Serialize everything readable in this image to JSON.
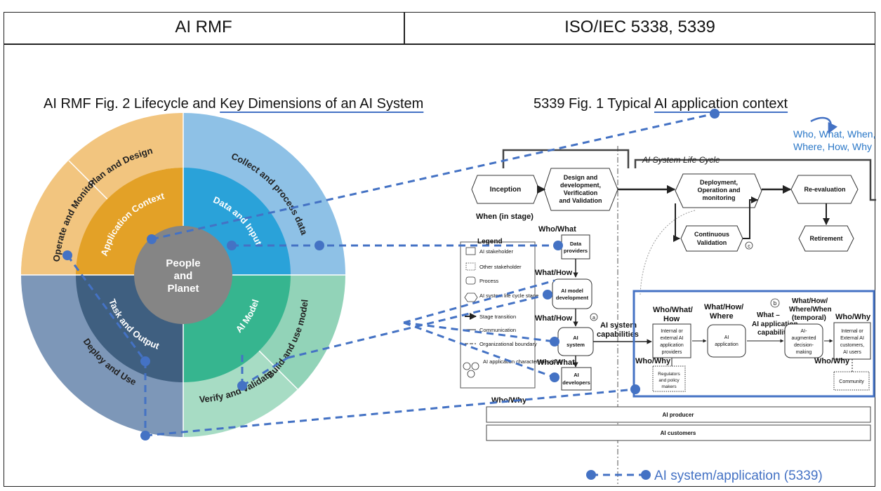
{
  "header": {
    "left": "AI RMF",
    "right": "ISO/IEC 5338, 5339"
  },
  "left_figure": {
    "title_plain": "AI RMF Fig. 2 Lifecycle and ",
    "title_underlined": "Key Dimensions of an AI System",
    "center": [
      "People",
      "and",
      "Planet"
    ],
    "inner_ring": {
      "application_context": "Application Context",
      "data_and_input": "Data and Input",
      "ai_model": "AI Model",
      "task_and_output": "Task and Output"
    },
    "outer_ring": {
      "plan_and_design": "Plan and Design",
      "collect_and_process": "Collect and process data",
      "build_and_use": "Build and use model",
      "verify_and_validate": "Verify and validate",
      "deploy_and_use": "Deploy and Use",
      "operate_and_monitor": "Operate and Monitor"
    },
    "colors": {
      "plan": "#f2c57f",
      "collect": "#8ec1e6",
      "build": "#92d3b8",
      "verify": "#a7dcc4",
      "deploy": "#7d97b8",
      "app_ctx": "#e3a127",
      "data_input": "#2aa2d9",
      "ai_model": "#36b58f",
      "task_output": "#3f5f80",
      "center": "#858585"
    }
  },
  "right_figure": {
    "title_plain": "5339 Fig. 1 Typical ",
    "title_underlined": "AI application context",
    "questions": [
      "Who, What, When,",
      "Where, How, Why"
    ],
    "lifecycle_label": "AI System Life Cycle",
    "stages": {
      "inception": "Inception",
      "design": [
        "Design and",
        "development,",
        "Verification",
        "and Validation"
      ],
      "deployment": [
        "Deployment,",
        "Operation and",
        "monitoring"
      ],
      "reevaluation": "Re-evaluation",
      "continuous": [
        "Continuous",
        "Validation"
      ],
      "retirement": "Retirement"
    },
    "when_label": "When (in stage)",
    "legend": {
      "title": "Legend",
      "items": [
        "AI stakeholder",
        "Other stakeholder",
        "Process",
        "AI system life cycle stage",
        "Stage transition",
        "Communication",
        "Organizational boundary",
        "AI application characteristics (5.4)"
      ]
    },
    "left_column": {
      "who_what": "Who/What",
      "data_providers": [
        "Data",
        "providers"
      ],
      "what_how_1": "What/How",
      "ai_model_dev": [
        "AI model",
        "development"
      ],
      "what_how_2": "What/How",
      "ai_system": [
        "AI",
        "system"
      ],
      "who_what_2": "Who/What",
      "ai_developers": [
        "AI",
        "developers"
      ],
      "ai_system_capabilities": [
        "AI system",
        "capabilities"
      ]
    },
    "right_box": {
      "who_what_how": [
        "Who/What/",
        "How"
      ],
      "what_how_where": [
        "What/How/",
        "Where"
      ],
      "what_ai_app_cap": [
        "What –",
        "AI application",
        "capabilities"
      ],
      "what_how_where_when": [
        "What/How/",
        "Where/When",
        "(temporal)"
      ],
      "who_why_right": "Who/Why",
      "providers": [
        "Internal or",
        "external AI",
        "application",
        "providers"
      ],
      "ai_application": [
        "AI",
        "application"
      ],
      "augmented": [
        "AI-",
        "augmented",
        "decision-",
        "making"
      ],
      "customers": [
        "Internal or",
        "External AI",
        "customers,",
        "AI users"
      ],
      "who_why_1": "Who/Why",
      "regulators": [
        "Regulators",
        "and policy",
        "makers"
      ],
      "who_why_2": "Who/Why",
      "community": "Community"
    },
    "who_why_bottom": "Who/Why",
    "bars": {
      "producer": "AI producer",
      "customers": "AI customers"
    }
  },
  "footer_legend": "AI system/application (5339)",
  "accent_color": "#4472c4"
}
